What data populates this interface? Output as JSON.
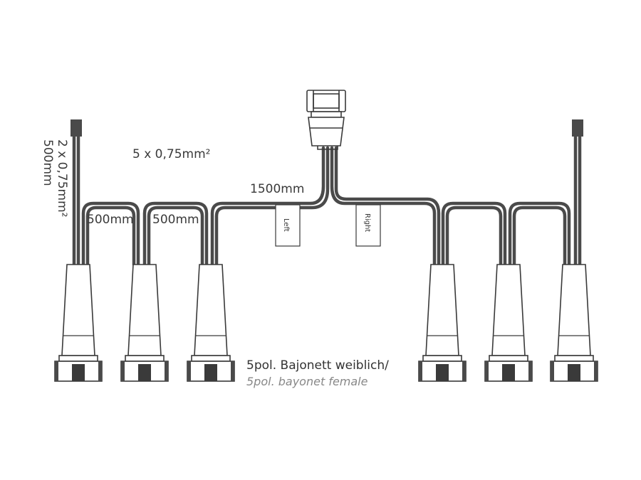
{
  "labels": {
    "main_cable": "5 x 0,75mm²",
    "side_cable_spec": "2 x 0,75mm²",
    "side_cable_length": "500mm",
    "seg1": "500mm",
    "seg2": "500mm",
    "trunk": "1500mm",
    "tag_left": "Left",
    "tag_right": "Right",
    "connector_de": "5pol. Bajonett weiblich/",
    "connector_en": "5pol. bayonet female"
  },
  "colors": {
    "cable": "#4a4a4a",
    "outline": "#3a3a3a",
    "fill": "#ffffff",
    "sub_text": "#888888"
  }
}
